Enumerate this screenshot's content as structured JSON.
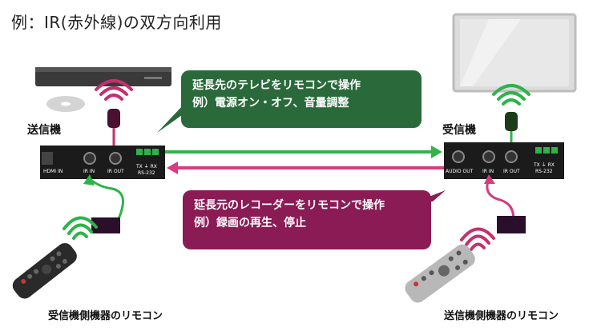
{
  "title": "例：IR(赤外線)の双方向利用",
  "transmitter": {
    "label": "送信機",
    "ports": [
      "IR IN",
      "IR OUT",
      "TX ⏚ RX",
      "RS-232"
    ],
    "left_port_label": "HDMI IN"
  },
  "receiver": {
    "label": "受信機",
    "ports": [
      "AUDIO OUT",
      "IR IN",
      "IR OUT",
      "TX ⏚ RX",
      "RS-232"
    ]
  },
  "bubble_top": {
    "lines": [
      "延長先のテレビをリモコンで操作",
      "例）電源オン・オフ、音量調整"
    ]
  },
  "bubble_bottom": {
    "lines": [
      "延長元のレコーダーをリモコンで操作",
      "例）録画の再生、停止"
    ]
  },
  "remote_left_label": "受信機側機器のリモコン",
  "remote_right_label": "送信機側機器のリモコン",
  "colors": {
    "green": "#2db34a",
    "dark_green": "#2a6a3a",
    "magenta": "#c4306e",
    "dark_magenta": "#8a1b55",
    "device": "#1b1b1b",
    "arrow_green": "#33b34a",
    "arrow_pink": "#d63c7e"
  }
}
